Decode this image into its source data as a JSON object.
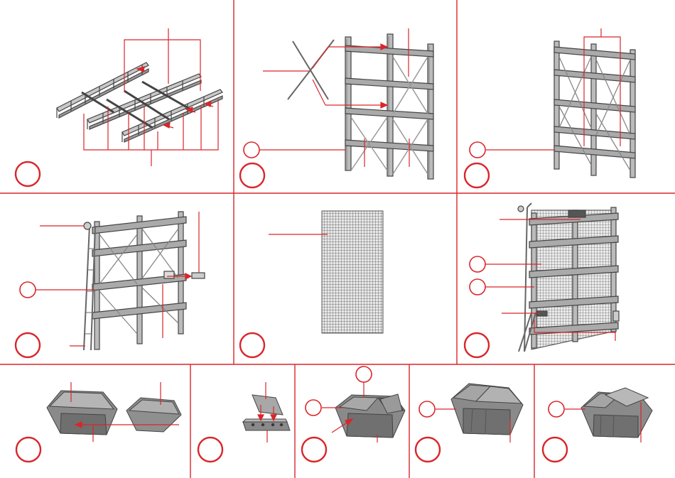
{
  "document": {
    "type": "assembly-instructions",
    "accent_color": "#d9262a",
    "line_color": "#d9262a",
    "drawing_color": "#555555"
  },
  "panels": [
    {
      "id": "p1",
      "content": "scaffold-floor-frames",
      "step_marker": ""
    },
    {
      "id": "p2",
      "content": "scaffold-cross-braces",
      "step_marker": ""
    },
    {
      "id": "p3",
      "content": "scaffold-two-bays",
      "step_marker": ""
    },
    {
      "id": "p4",
      "content": "scaffold-with-ladder",
      "step_marker": ""
    },
    {
      "id": "p5",
      "content": "scaffold-net",
      "step_marker": ""
    },
    {
      "id": "p6",
      "content": "scaffold-with-net",
      "step_marker": ""
    },
    {
      "id": "p7",
      "content": "skip-container-halves",
      "step_marker": ""
    },
    {
      "id": "p8",
      "content": "lid-and-base",
      "step_marker": ""
    },
    {
      "id": "p9",
      "content": "skip-open-lid",
      "step_marker": ""
    },
    {
      "id": "p10",
      "content": "skip-closed",
      "step_marker": ""
    },
    {
      "id": "p11",
      "content": "skip-half-open",
      "step_marker": ""
    }
  ]
}
